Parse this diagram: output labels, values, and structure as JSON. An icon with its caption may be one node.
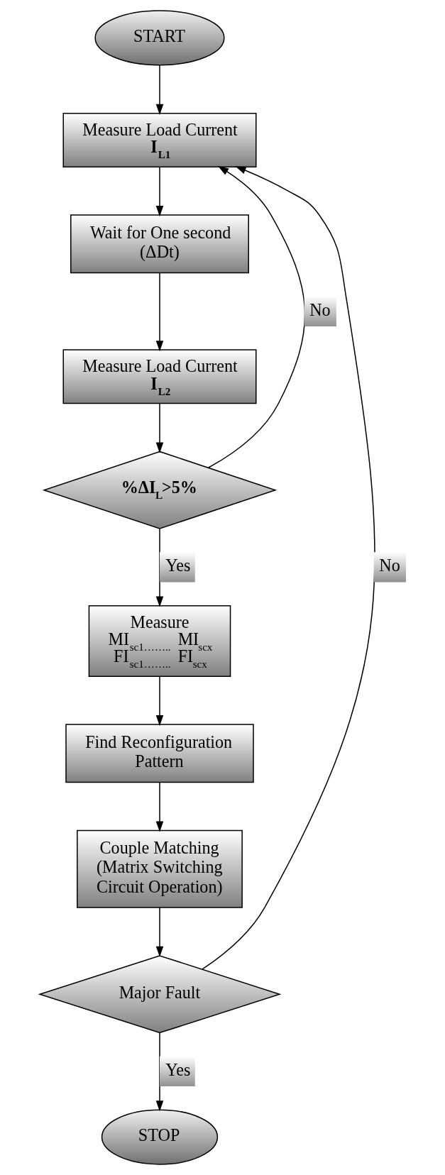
{
  "diagram": {
    "nodes": [
      {
        "text": [
          "START"
        ]
      },
      {
        "text": [
          "Measure Load Current **I$_{L1}$**"
        ]
      },
      {
        "text": [
          "Wait for One second (ΔDt)"
        ]
      },
      {
        "text": [
          "Measure Load Current **I$_{L2}$**"
        ]
      },
      {
        "text": [
          "**%ΔI$_{L}$>5%**"
        ]
      },
      {
        "text": [
          "Measure",
          "MI$_{sc1……..}$ MI$_{scx}$",
          "FI$_{sc1……..}$ FI$_{scx}$"
        ]
      },
      {
        "text": [
          "Find Reconfiguration Pattern"
        ]
      },
      {
        "text": [
          "Couple Matching (Matrix Switching Circuit Operation)"
        ]
      },
      {
        "text": [
          "Major Fault"
        ]
      },
      {
        "text": [
          "STOP"
        ]
      }
    ],
    "edges": [
      {
        "from": 0,
        "to": 1,
        "arrow": "to"
      },
      {
        "from": 1,
        "to": 2,
        "arrow": "to"
      },
      {
        "from": 2,
        "to": 3,
        "arrow": "to"
      },
      {
        "from": 3,
        "to": 4,
        "arrow": "to"
      },
      {
        "from": 4,
        "to": 5,
        "arrow": "to",
        "label": "Yes"
      },
      {
        "from": 4,
        "to": 1,
        "arrow": "to",
        "label": "No"
      },
      {
        "from": 5,
        "to": 6,
        "arrow": "to"
      },
      {
        "from": 6,
        "to": 7,
        "arrow": "to"
      },
      {
        "from": 7,
        "to": 8,
        "arrow": "to"
      },
      {
        "from": 8,
        "to": 1,
        "arrow": "to",
        "label": "No"
      },
      {
        "from": 8,
        "to": 9,
        "arrow": "to",
        "label": "Yes"
      }
    ]
  }
}
